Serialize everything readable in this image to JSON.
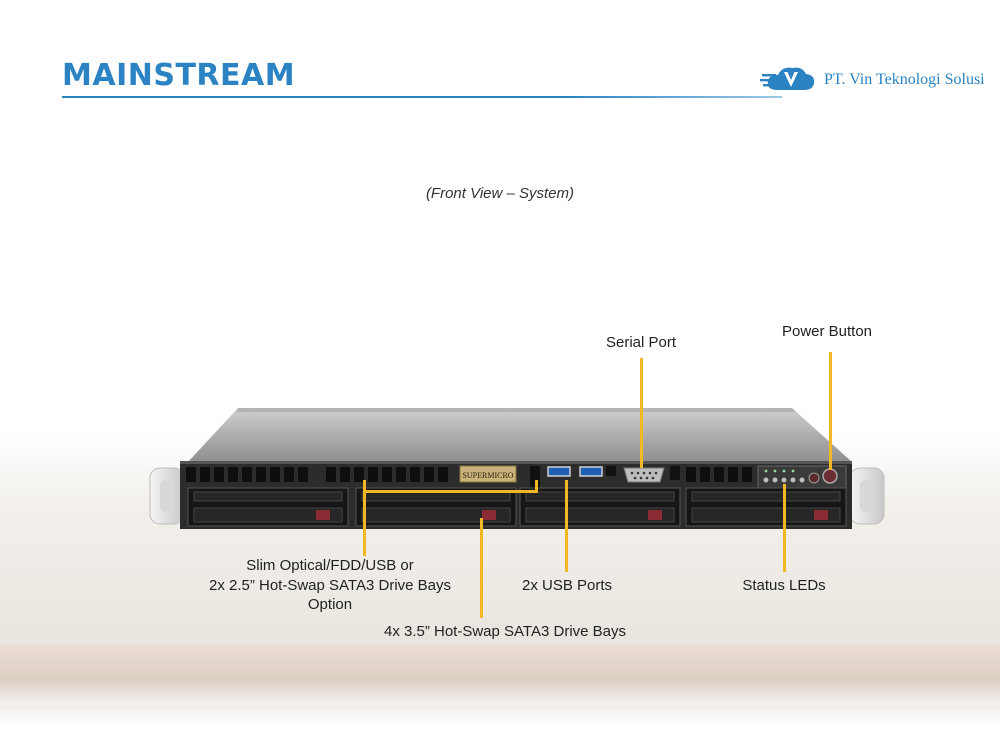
{
  "header": {
    "title": "MAINSTREAM",
    "company": "PT. Vin Teknologi Solusi",
    "logo_icon": "v-cloud-logo-icon"
  },
  "diagram": {
    "subtitle": "(Front View – System)",
    "brand_plate": "SUPERMICRO",
    "callouts": {
      "serial_port": "Serial Port",
      "power_button": "Power Button",
      "slim_optical_line1": "Slim Optical/FDD/USB or",
      "slim_optical_line2": "2x 2.5” Hot-Swap  SATA3 Drive Bays",
      "slim_optical_line3": "Option",
      "usb_ports": "2x USB Ports",
      "status_leds": "Status  LEDs",
      "drive_bays": "4x 3.5” Hot-Swap  SATA3 Drive Bays"
    }
  },
  "colors": {
    "accent": "#2b83c4",
    "leader": "#f2b824",
    "chassis": "#2a2a2a",
    "drive_tab": "#8a2a32"
  }
}
